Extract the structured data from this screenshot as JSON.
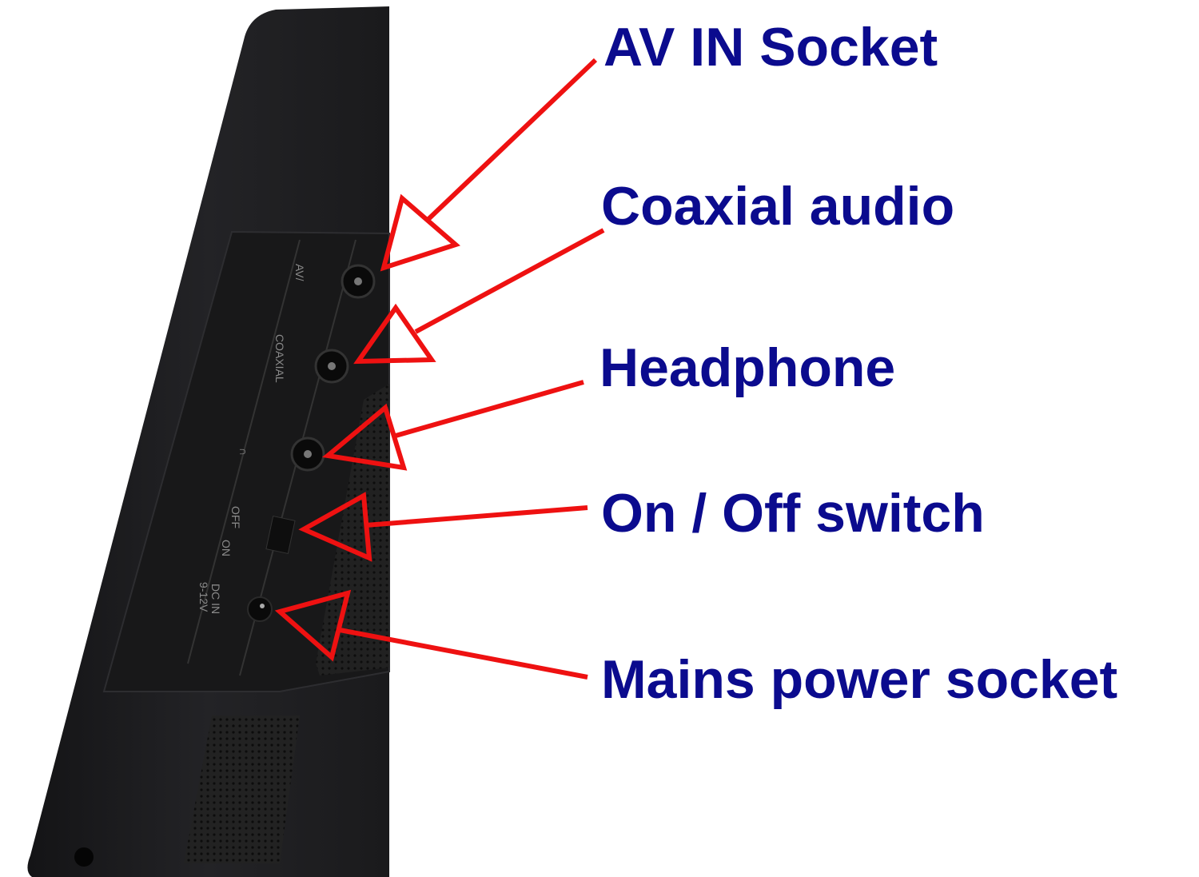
{
  "title": "Rear ports of portable device",
  "colors": {
    "label": "#0b0b8e",
    "arrow": "#ee1111",
    "device": "#1c1c1e"
  },
  "device_markings": {
    "av": "AV/",
    "coaxial": "COAXIAL",
    "headphone_symbol": "headphone-icon",
    "off": "OFF",
    "on": "ON",
    "dc_in": "DC IN",
    "voltage": "9-12V"
  },
  "callouts": [
    {
      "label": "AV IN Socket"
    },
    {
      "label": "Coaxial audio"
    },
    {
      "label": "Headphone"
    },
    {
      "label": "On / Off switch"
    },
    {
      "label": "Mains power socket"
    }
  ]
}
